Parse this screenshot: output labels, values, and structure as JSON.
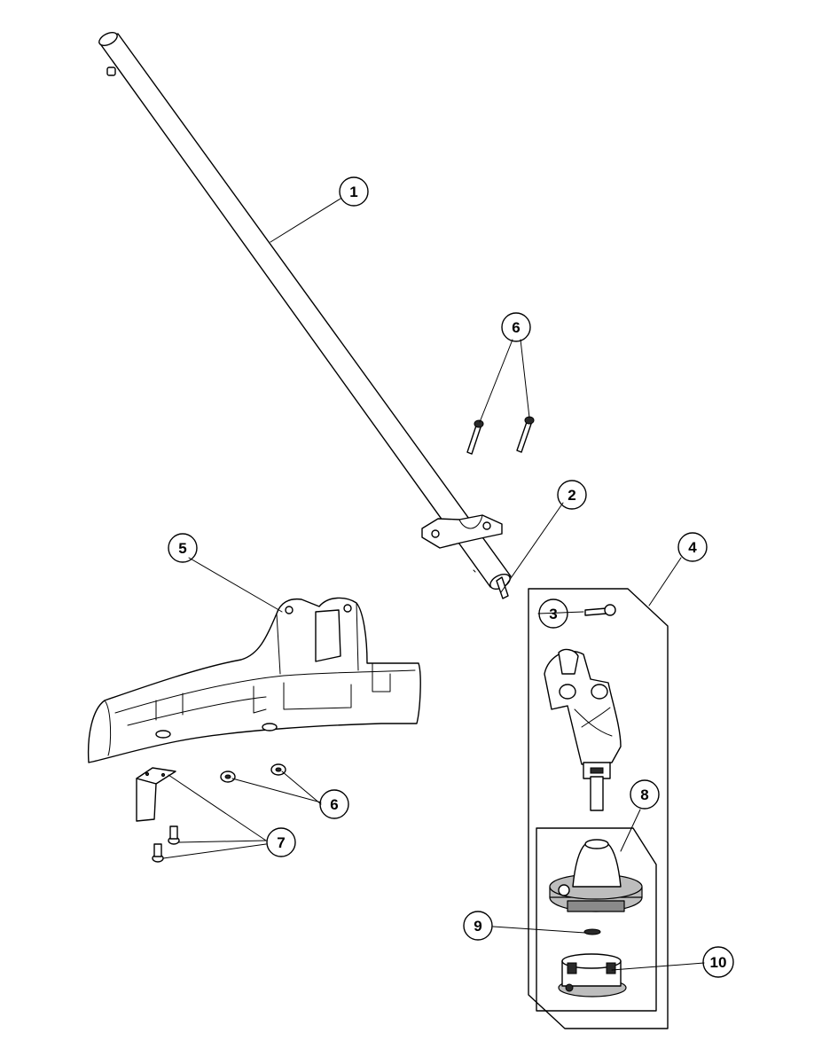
{
  "callouts": [
    {
      "id": "1",
      "label": "1"
    },
    {
      "id": "2",
      "label": "2"
    },
    {
      "id": "3",
      "label": "3"
    },
    {
      "id": "4",
      "label": "4"
    },
    {
      "id": "5",
      "label": "5"
    },
    {
      "id": "6a",
      "label": "6"
    },
    {
      "id": "6b",
      "label": "6"
    },
    {
      "id": "7",
      "label": "7"
    },
    {
      "id": "8",
      "label": "8"
    },
    {
      "id": "9",
      "label": "9"
    },
    {
      "id": "10",
      "label": "10"
    }
  ]
}
